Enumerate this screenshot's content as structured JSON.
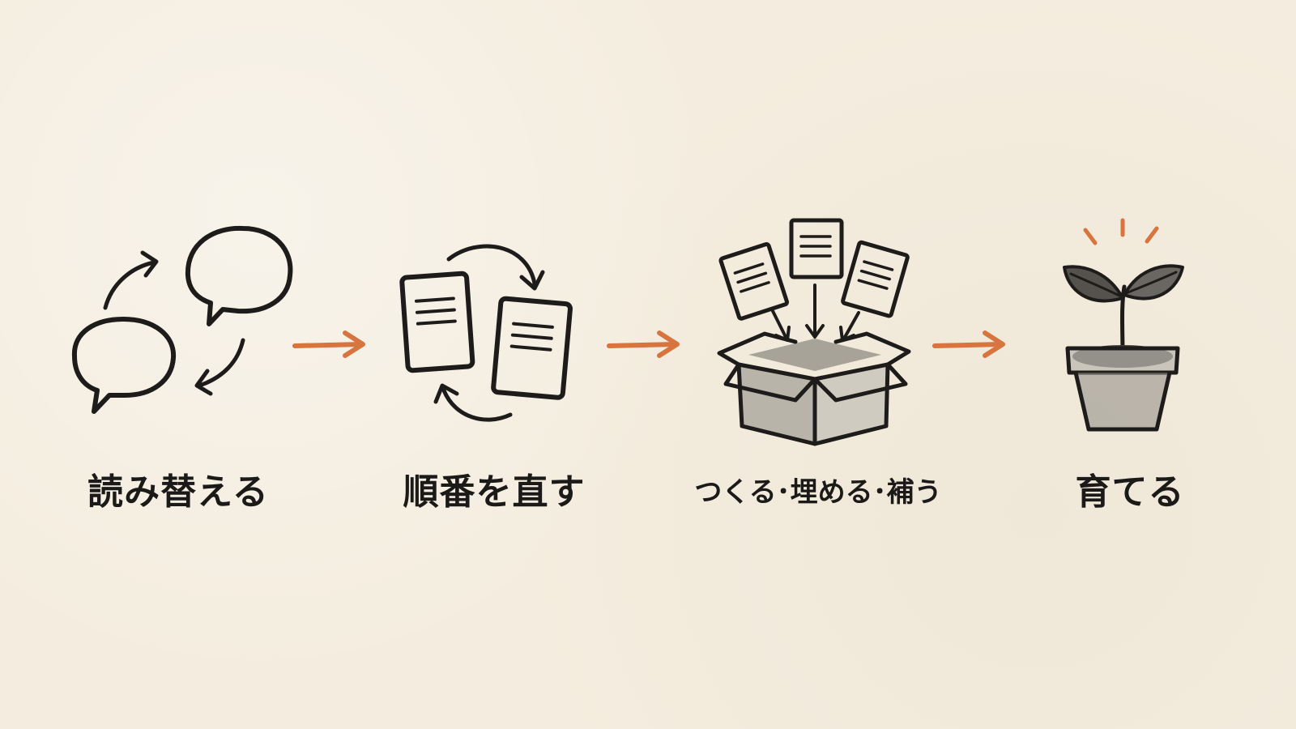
{
  "steps": [
    {
      "label": "読み替える",
      "icon": "speech-bubbles-exchange-icon"
    },
    {
      "label": "順番を直す",
      "icon": "documents-reorder-icon"
    },
    {
      "label": "つくる･埋める･補う",
      "icon": "box-with-documents-icon"
    },
    {
      "label": "育てる",
      "icon": "sprout-in-pot-icon"
    }
  ],
  "colors": {
    "background": "#f4eddf",
    "ink": "#1e1c1a",
    "accent": "#d8743e"
  }
}
